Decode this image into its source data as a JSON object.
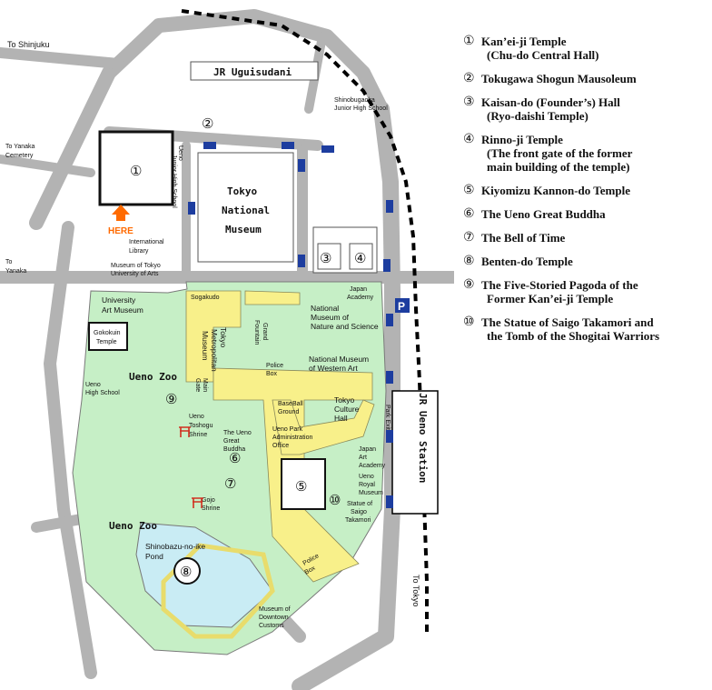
{
  "labels": {
    "to_shinjuku": "To Shinjuku",
    "to_yanaka_cemetery_1": "To Yanaka",
    "to_yanaka_cemetery_2": "Cemetery",
    "to_yanaka_1": "To",
    "to_yanaka_2": "Yanaka",
    "to_tokyo": "To Tokyo",
    "jr_uguisudani": "JR Uguisudani",
    "jr_ueno_station": "JR Ueno Station",
    "park_exit": "Park Exit",
    "here": "HERE",
    "shinobugaoka_1": "Shinobugaoka",
    "shinobugaoka_2": "Junior High School",
    "ueno_jhs_1": "Ueno",
    "ueno_jhs_2": "Junior High School",
    "tokyo_national_museum_1": "Tokyo",
    "tokyo_national_museum_2": "National",
    "tokyo_national_museum_3": "Museum",
    "international_library_1": "International",
    "international_library_2": "Library",
    "museum_arts_1": "Museum of Tokyo",
    "museum_arts_2": "University of Arts",
    "university_art_museum_1": "University",
    "university_art_museum_2": "Art Museum",
    "gokokuin_1": "Gokokuin",
    "gokokuin_2": "Temple",
    "ueno_zoo": "Ueno Zoo",
    "ueno_high_school_1": "Ueno",
    "ueno_high_school_2": "High School",
    "ueno_toshogu_1": "Ueno",
    "ueno_toshogu_2": "Toshogu",
    "ueno_toshogu_3": "Shrine",
    "great_buddha_1": "The Ueno",
    "great_buddha_2": "Great",
    "great_buddha_3": "Buddha",
    "gojo_1": "Gojo",
    "gojo_2": "Shrine",
    "shinobazu_1": "Shinobazu-no-ike",
    "shinobazu_2": "Pond",
    "downtown_1": "Museum of",
    "downtown_2": "Downtown",
    "downtown_3": "Customs",
    "japan_academy_1": "Japan",
    "japan_academy_2": "Academy",
    "nat_science_1": "National",
    "nat_science_2": "Museum of",
    "nat_science_3": "Nature and Science",
    "western_art_1": "National Museum",
    "western_art_2": "of Western Art",
    "police_box_1": "Police",
    "police_box_2": "Box",
    "sogakudo": "Sogakudo",
    "metropolitan_1": "Tokyo",
    "metropolitan_2": "Metropolitan",
    "metropolitan_3": "Museum",
    "grand_fountain_1": "Grand",
    "grand_fountain_2": "Fountain",
    "main_gate_1": "Main",
    "main_gate_2": "Gate",
    "baseball_1": "BaseBall",
    "baseball_2": "Ground",
    "admin_1": "Ueno Park",
    "admin_2": "Administration",
    "admin_3": "Office",
    "culture_hall_1": "Tokyo",
    "culture_hall_2": "Culture",
    "culture_hall_3": "Hall",
    "art_academy_1": "Japan",
    "art_academy_2": "Art",
    "art_academy_3": "Academy",
    "royal_museum_1": "Ueno",
    "royal_museum_2": "Royal",
    "royal_museum_3": "Museum",
    "saigo_1": "Statue of",
    "saigo_2": "Saigo",
    "saigo_3": "Takamori",
    "police_box_b_1": "Police",
    "police_box_b_2": "Box",
    "parking": "P"
  },
  "map_numbers": [
    "①",
    "②",
    "③",
    "④",
    "⑤",
    "⑥",
    "⑦",
    "⑧",
    "⑨",
    "⑩"
  ],
  "legend": [
    {
      "num": "①",
      "lines": [
        "Kan’ei-ji Temple",
        "(Chu-do Central Hall)"
      ]
    },
    {
      "num": "②",
      "lines": [
        "Tokugawa Shogun Mausoleum"
      ]
    },
    {
      "num": "③",
      "lines": [
        "Kaisan-do (Founder’s) Hall",
        "(Ryo-daishi Temple)"
      ]
    },
    {
      "num": "④",
      "lines": [
        "Rinno-ji Temple",
        "(The front gate of the former",
        "main building of the temple)"
      ]
    },
    {
      "num": "⑤",
      "lines": [
        "Kiyomizu Kannon-do Temple"
      ]
    },
    {
      "num": "⑥",
      "lines": [
        "The Ueno Great Buddha"
      ]
    },
    {
      "num": "⑦",
      "lines": [
        "The Bell of Time"
      ]
    },
    {
      "num": "⑧",
      "lines": [
        "Benten-do Temple"
      ]
    },
    {
      "num": "⑨",
      "lines": [
        "The Five-Storied Pagoda of the",
        "Former Kan’ei-ji Temple"
      ]
    },
    {
      "num": "⑩",
      "lines": [
        "The Statue of Saigo Takamori and",
        "the Tomb of the Shogitai Warriors"
      ]
    }
  ],
  "colors": {
    "park": "#c6efc6",
    "path": "#f8f08a",
    "road": "#b3b3b3",
    "pond": "#c9ecf4",
    "here": "#ff6a00",
    "torii": "#d03020",
    "arrow": "#1d3d9f"
  }
}
